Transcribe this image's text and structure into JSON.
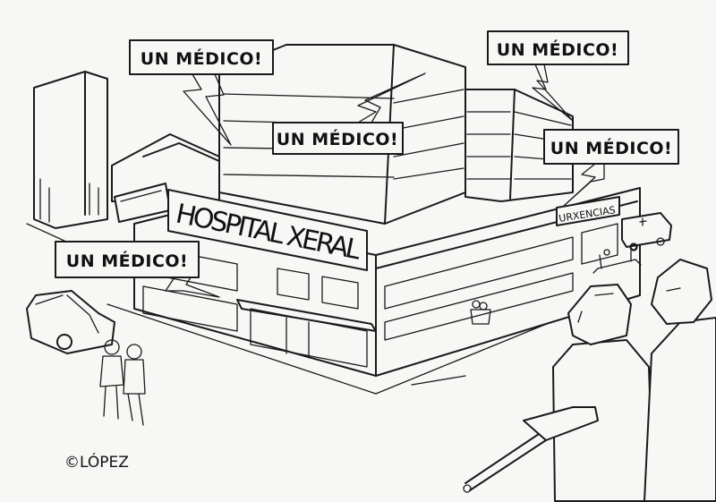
{
  "bubbles": {
    "b1": "UN MÉDICO!",
    "b2": "UN MÉDICO!",
    "b3": "UN MÉDICO!",
    "b4": "UN MÉDICO!",
    "b5": "UN MÉDICO!"
  },
  "signs": {
    "hospital": "HOSPITAL XERAL",
    "urgencias": "URXENCIAS"
  },
  "signature": "©LÓPEZ"
}
